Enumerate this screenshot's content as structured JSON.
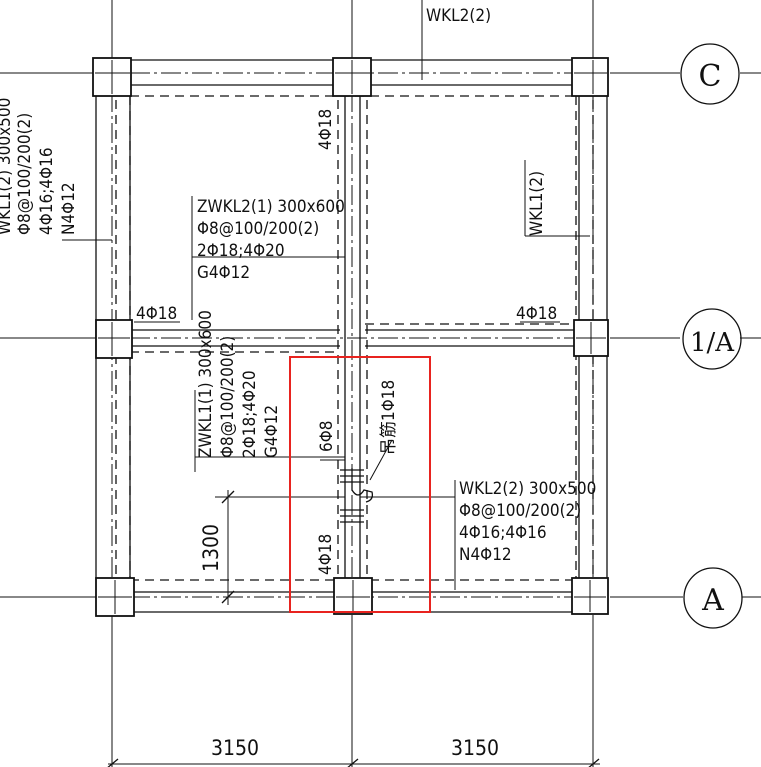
{
  "axes": {
    "c": "C",
    "one_a": "1/A",
    "a": "A"
  },
  "labels": {
    "wkl2_top": "WKL2(2)",
    "wkl1_right": "WKL1(2)",
    "left_wkl_1": "WKL1(2) 300x500",
    "left_wkl_2": "Φ8@100/200(2)",
    "left_wkl_3": "4Φ16;4Φ16",
    "left_wkl_4": "N4Φ12",
    "zwkl2_1": "ZWKL2(1) 300x600",
    "zwkl2_2": "Φ8@100/200(2)",
    "zwkl2_3": "2Φ18;4Φ20",
    "zwkl2_4": "G4Φ12",
    "zwkl1_1": "ZWKL1(1) 300x600",
    "zwkl1_2": "Φ8@100/200(2)",
    "zwkl1_3": "2Φ18;4Φ20",
    "zwkl1_4": "G4Φ12",
    "wkl2_bot_1": "WKL2(2) 300x500",
    "wkl2_bot_2": "Φ8@100/200(2)",
    "wkl2_bot_3": "4Φ16;4Φ16",
    "wkl2_bot_4": "N4Φ12",
    "rebar_mid_top": "4Φ18",
    "rebar_mid_left": "4Φ18",
    "rebar_mid_right": "4Φ18",
    "rebar_low": "4Φ18",
    "stirrup_6": "6Φ8",
    "hanger": "吊筋1Φ18"
  },
  "dimensions": {
    "span_left": "3150",
    "span_right": "3150",
    "vertical": "1300"
  },
  "colors": {
    "ink": "#111111",
    "highlight": "#e8231f",
    "background": "#ffffff"
  }
}
